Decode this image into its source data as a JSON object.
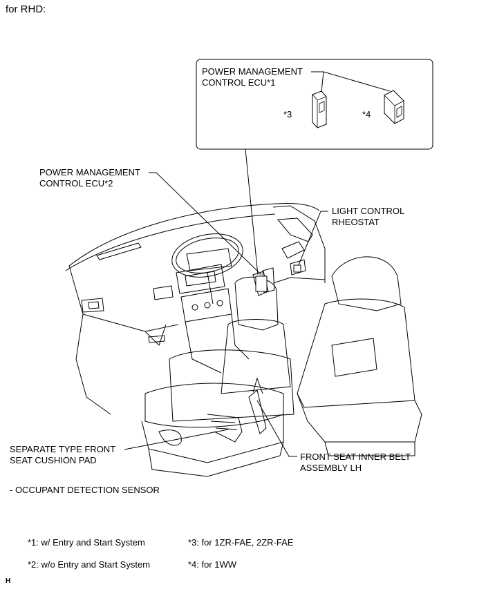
{
  "header": {
    "title": "for RHD:"
  },
  "labels": {
    "pm_ecu1_l1": "POWER MANAGEMENT",
    "pm_ecu1_l2": "CONTROL ECU*1",
    "variant3": "*3",
    "variant4": "*4",
    "pm_ecu2_l1": "POWER MANAGEMENT",
    "pm_ecu2_l2": "CONTROL ECU*2",
    "light_l1": "LIGHT CONTROL",
    "light_l2": "RHEOSTAT",
    "cushion_l1": "SEPARATE TYPE FRONT",
    "cushion_l2": "SEAT CUSHION PAD",
    "belt_l1": "FRONT SEAT INNER BELT",
    "belt_l2": "ASSEMBLY LH",
    "sensor": "- OCCUPANT DETECTION SENSOR"
  },
  "notes": {
    "n1": "*1: w/ Entry and Start System",
    "n2": "*2: w/o Entry and Start System",
    "n3": "*3: for 1ZR-FAE, 2ZR-FAE",
    "n4": "*4: for 1WW"
  },
  "footer": {
    "mark": "H"
  }
}
